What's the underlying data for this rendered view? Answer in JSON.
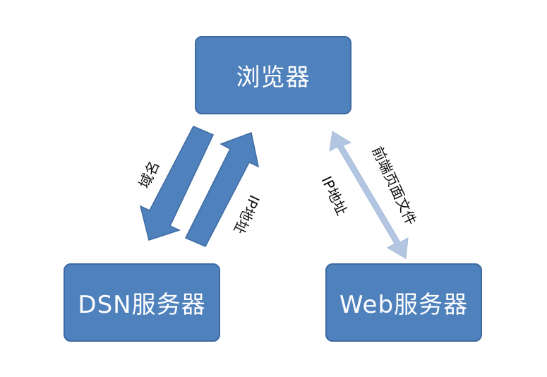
{
  "nodes": {
    "browser": "浏览器",
    "dsn": "DSN服务器",
    "web": "Web服务器"
  },
  "edges": {
    "domain": "域名",
    "ip_left": "IP地址",
    "ip_right": "IP地址",
    "frontend": "前端页面文件"
  },
  "colors": {
    "node_fill": "#4f81bd",
    "arrow_dark": "#4f81bd",
    "arrow_light": "#b3c6e1"
  }
}
